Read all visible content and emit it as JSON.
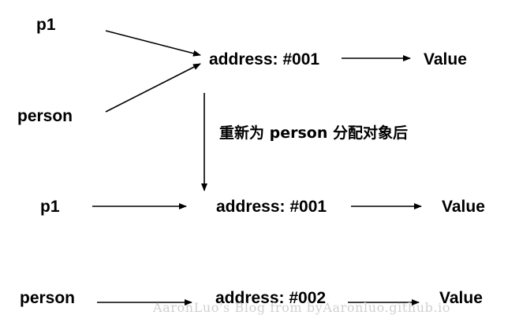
{
  "before": {
    "ref_top": "p1",
    "ref_bottom": "person",
    "address": "address: #001",
    "value": "Value"
  },
  "transition_note": "重新为 person 分配对象后",
  "after": {
    "row1": {
      "ref": "p1",
      "address": "address: #001",
      "value": "Value"
    },
    "row2": {
      "ref": "person",
      "address": "address: #002",
      "value": "Value"
    }
  },
  "watermark": "AaronLuo's Blog from byAaronluo.github.io",
  "colors": {
    "ink": "#000000",
    "watermark": "#d0d0d0"
  }
}
